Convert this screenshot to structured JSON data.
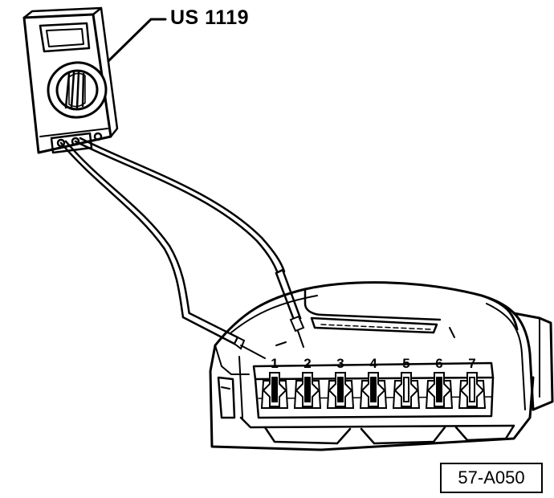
{
  "tool_label": "US 1119",
  "figure_ref": "57-A050",
  "connector": {
    "pins": [
      "1",
      "2",
      "3",
      "4",
      "5",
      "6",
      "7"
    ]
  }
}
